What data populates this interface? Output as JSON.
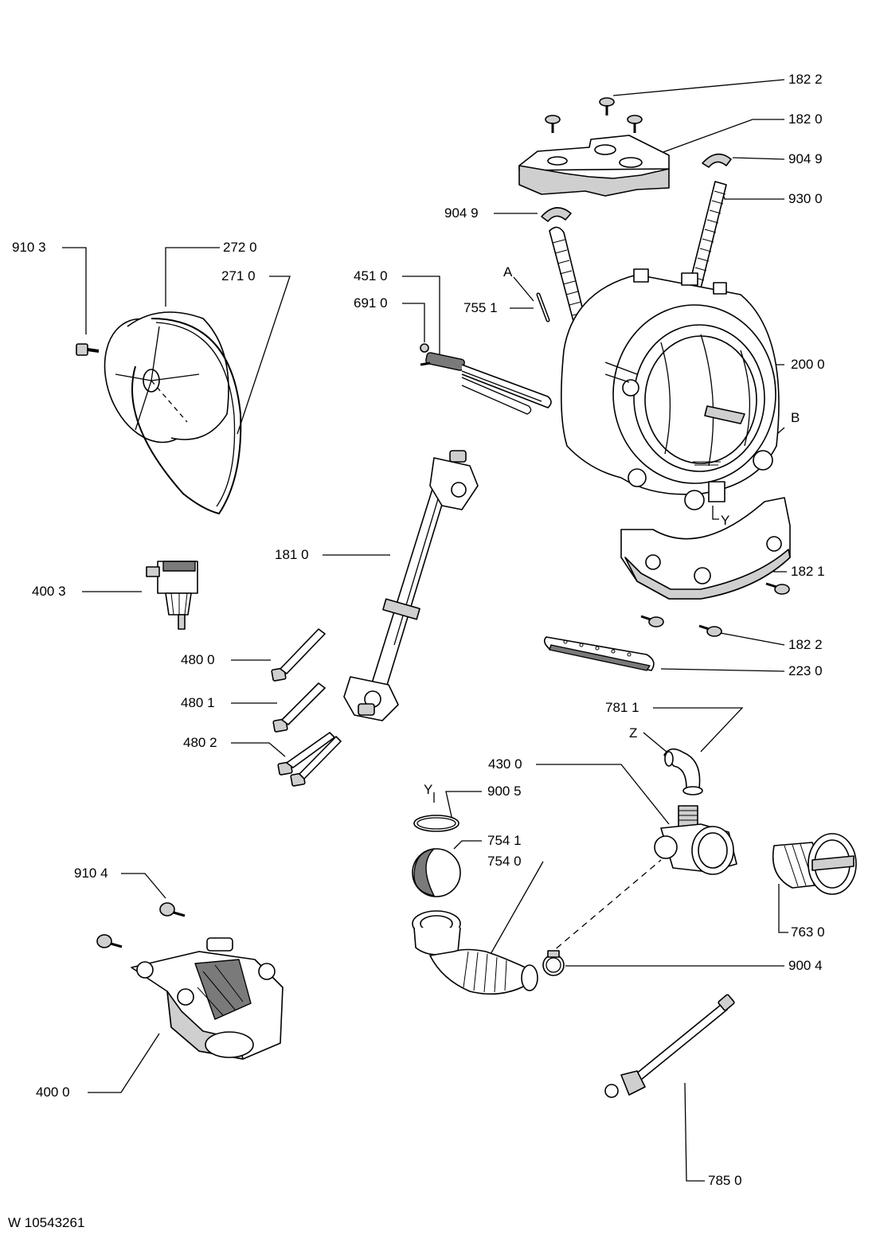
{
  "document_code": "W 10543261",
  "callouts": {
    "p1822_top": "182 2",
    "p1820": "182 0",
    "p9049_right": "904 9",
    "p9300": "930 0",
    "p9049_left": "904 9",
    "p9103": "910 3",
    "p2720": "272 0",
    "p2710": "271 0",
    "p4510": "451 0",
    "p6910": "691 0",
    "p7551": "755 1",
    "ref_A": "A",
    "p2000": "200 0",
    "ref_B": "B",
    "ref_Y_top": "Y",
    "p1810": "181 0",
    "p1821": "182 1",
    "p4003": "400 3",
    "p1822_bottom": "182 2",
    "p2230": "223 0",
    "p4800": "480 0",
    "p4801": "480 1",
    "p4802": "480 2",
    "p7811": "781 1",
    "ref_Z": "Z",
    "p4300": "430 0",
    "ref_Y_bottom": "Y",
    "p9005": "900 5",
    "p7541": "754 1",
    "p7540": "754 0",
    "p9104": "910 4",
    "p7630": "763 0",
    "p9004": "900 4",
    "p4000": "400 0",
    "p7850": "785 0"
  }
}
